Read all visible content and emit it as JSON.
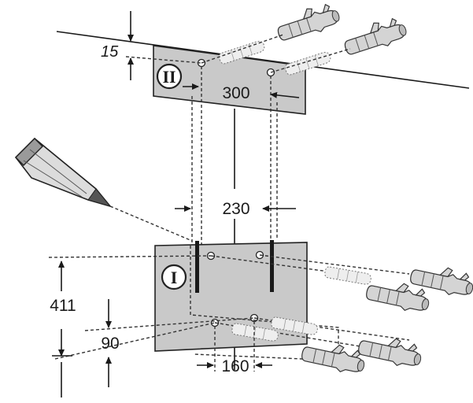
{
  "labels": {
    "top_gap": "15",
    "top_width": "300",
    "hole_span": "230",
    "height_total": "411",
    "lower_height": "90",
    "bottom_span": "160",
    "plate_upper": "II",
    "plate_lower": "I"
  },
  "colors": {
    "plate_fill": "#c9c9c9",
    "stroke": "#1a1a1a",
    "plug_fill": "#d4d4d4"
  },
  "icons": [
    "pencil-icon",
    "wall-plug-icon",
    "arrow-icon"
  ]
}
